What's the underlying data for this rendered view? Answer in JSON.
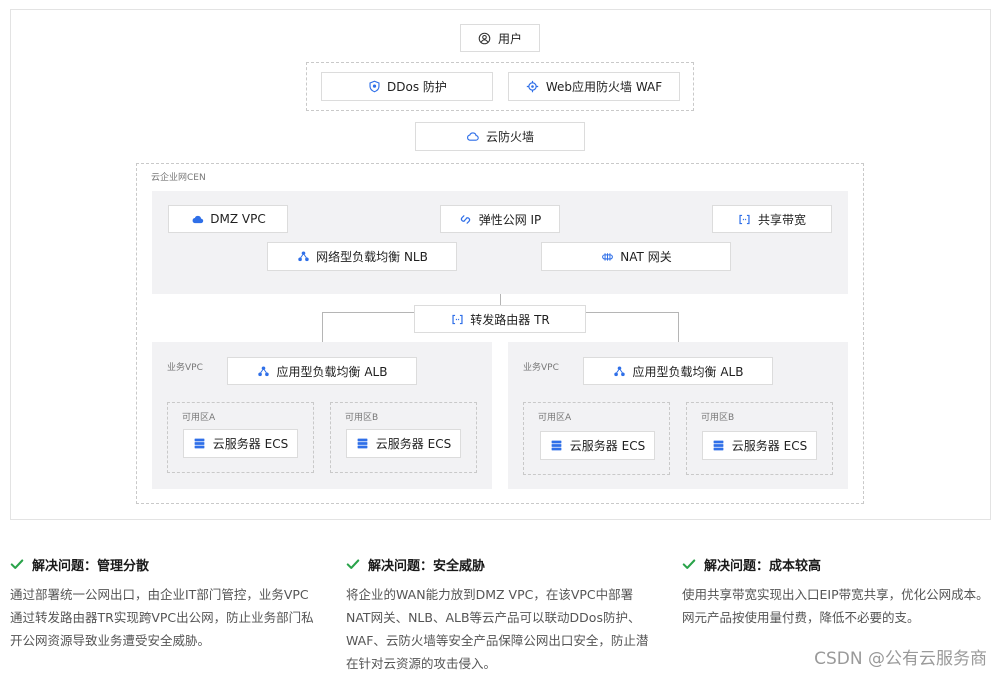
{
  "colors": {
    "accent": "#2f6fe8",
    "check": "#2aa34a",
    "border": "#dcdcdc",
    "zone": "#f2f2f4"
  },
  "diagram": {
    "user": {
      "label": "用户",
      "icon": "user-icon"
    },
    "ddos": {
      "label": "DDos 防护",
      "icon": "shield-icon"
    },
    "waf": {
      "label": "Web应用防火墙 WAF",
      "icon": "firewall-icon"
    },
    "cloud_firewall": {
      "label": "云防火墙",
      "icon": "cloud-icon"
    },
    "cen_label": "云企业网CEN",
    "dmz": {
      "label": "DMZ VPC",
      "icon": "cloud-icon"
    },
    "eip": {
      "label": "弹性公网 IP",
      "icon": "link-icon"
    },
    "bandwidth": {
      "label": "共享带宽",
      "icon": "bracket-icon"
    },
    "nlb": {
      "label": "网络型负载均衡 NLB",
      "icon": "load-balancer-icon"
    },
    "nat": {
      "label": "NAT 网关",
      "icon": "gateway-icon"
    },
    "tr": {
      "label": "转发路由器 TR",
      "icon": "bracket-icon"
    },
    "vpcs": [
      {
        "label": "业务VPC",
        "alb": "应用型负载均衡 ALB",
        "zones": [
          {
            "label": "可用区A",
            "ecs": "云服务器 ECS"
          },
          {
            "label": "可用区B",
            "ecs": "云服务器 ECS"
          }
        ]
      },
      {
        "label": "业务VPC",
        "alb": "应用型负载均衡 ALB",
        "zones": [
          {
            "label": "可用区A",
            "ecs": "云服务器 ECS"
          },
          {
            "label": "可用区B",
            "ecs": "云服务器 ECS"
          }
        ]
      }
    ]
  },
  "solutions": [
    {
      "title": "解决问题：管理分散",
      "text": "通过部署统一公网出口，由企业IT部门管控，业务VPC通过转发路由器TR实现跨VPC出公网，防止业务部门私开公网资源导致业务遭受安全威胁。"
    },
    {
      "title": "解决问题：安全威胁",
      "text": "将企业的WAN能力放到DMZ VPC，在该VPC中部署NAT网关、NLB、ALB等云产品可以联动DDos防护、WAF、云防火墙等安全产品保障公网出口安全，防止潜在针对云资源的攻击侵入。"
    },
    {
      "title": "解决问题：成本较高",
      "text": "使用共享带宽实现出入口EIP带宽共享，优化公网成本。网元产品按使用量付费，降低不必要的支。"
    }
  ],
  "watermark": "CSDN @公有云服务商"
}
